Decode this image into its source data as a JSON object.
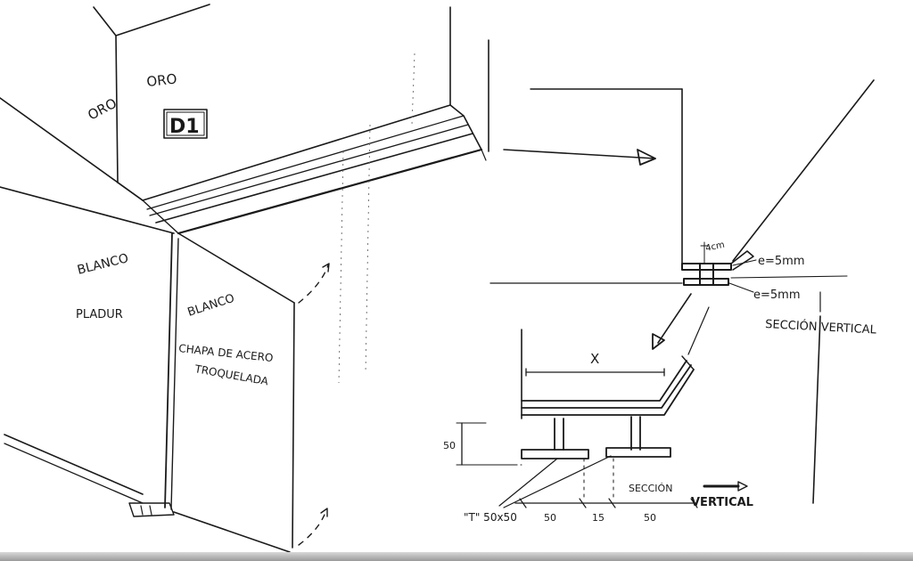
{
  "drawing": {
    "label_oro_left": "ORO",
    "label_oro_right": "ORO",
    "panel_tag": "D1",
    "label_blanco_left": "BLANCO",
    "label_pladur": "PLADUR",
    "label_blanco_right": "BLANCO",
    "label_chapa_line1": "CHAPA DE ACERO",
    "label_chapa_line2": "TROQUELADA"
  },
  "detail_top": {
    "dim_4cm": "4cm",
    "thickness_upper": "e=5mm",
    "thickness_lower": "e=5mm",
    "section_label": "SECCIÓN VERTICAL"
  },
  "detail_bottom": {
    "dim_x": "X",
    "dim_50_vertical": "50",
    "profile_label": "\"T\" 50x50",
    "dim_50_left": "50",
    "dim_15": "15",
    "dim_50_right": "50",
    "section_label_line1": "SECCIÓN",
    "section_label_line2": "VERTICAL"
  }
}
